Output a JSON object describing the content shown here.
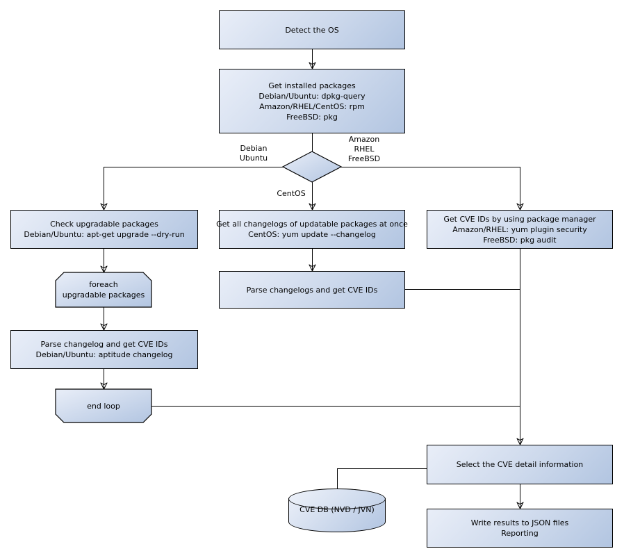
{
  "nodes": {
    "detect_os": {
      "label": "Detect the OS"
    },
    "get_installed_packages": {
      "lines": [
        "Get installed packages",
        "Debian/Ubuntu: dpkg-query",
        "Amazon/RHEL/CentOS: rpm",
        "FreeBSD: pkg"
      ]
    },
    "check_upgradable_packages": {
      "lines": [
        "Check upgradable packages",
        "Debian/Ubuntu: apt-get upgrade --dry-run"
      ]
    },
    "foreach_loop_start": {
      "lines": [
        "foreach",
        "upgradable packages"
      ]
    },
    "parse_changelog_debian": {
      "lines": [
        "Parse changelog and get CVE IDs",
        "Debian/Ubuntu: aptitude changelog"
      ]
    },
    "end_loop": {
      "label": "end loop"
    },
    "get_all_changelogs": {
      "lines": [
        "Get all changelogs of updatable packages at once",
        "CentOS: yum update --changelog"
      ]
    },
    "parse_changelogs": {
      "label": "Parse changelogs and get CVE IDs"
    },
    "get_cve_ids_pkg_manager": {
      "lines": [
        "Get CVE IDs by using package manager",
        "Amazon/RHEL: yum plugin security",
        "FreeBSD: pkg audit"
      ]
    },
    "select_cve_detail": {
      "label": "Select the CVE detail information"
    },
    "write_results": {
      "lines": [
        "Write results to JSON files",
        "Reporting"
      ]
    },
    "cve_db": {
      "label": "CVE DB (NVD / JVN)"
    }
  },
  "edge_labels": {
    "debian_ubuntu": {
      "lines": [
        "Debian",
        "Ubuntu"
      ]
    },
    "amazon_rhel_freebsd": {
      "lines": [
        "Amazon",
        "RHEL",
        "FreeBSD"
      ]
    },
    "centos": {
      "label": "CentOS"
    }
  },
  "colors": {
    "node_fill_light": "#e9eef8",
    "node_fill_dark": "#b2c5e1",
    "node_border": "#000000",
    "connector": "#000000",
    "text": "#000000",
    "background": "#ffffff"
  }
}
